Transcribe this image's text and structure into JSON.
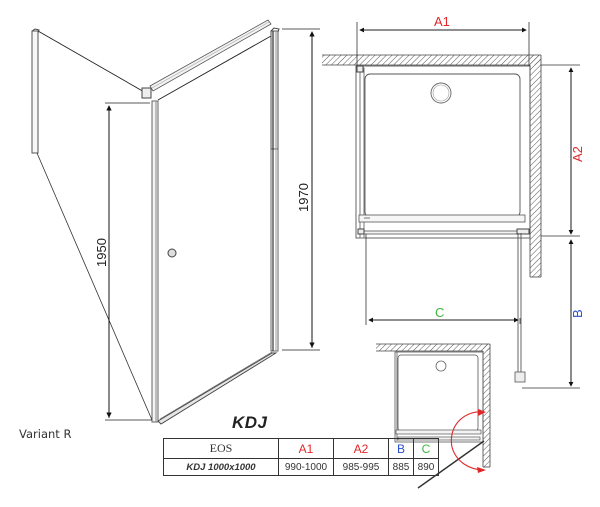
{
  "diagram": {
    "variant_label": "Variant R",
    "model_title": "KDJ",
    "dimensions": {
      "total_height": "1970",
      "door_height": "1950",
      "width_label_a1": "A1",
      "depth_label_a2": "A2",
      "side_label_b": "B",
      "door_label_c": "C"
    },
    "colors": {
      "a_labels": "#e0282b",
      "b_label": "#2a4fd1",
      "c_label": "#3fb83f",
      "swing_arrow": "#e0282b"
    }
  },
  "spec_table": {
    "headers": [
      "EOS",
      "A1",
      "A2",
      "B",
      "C"
    ],
    "rows": [
      [
        "KDJ 1000x1000",
        "990-1000",
        "985-995",
        "885",
        "890"
      ]
    ]
  }
}
